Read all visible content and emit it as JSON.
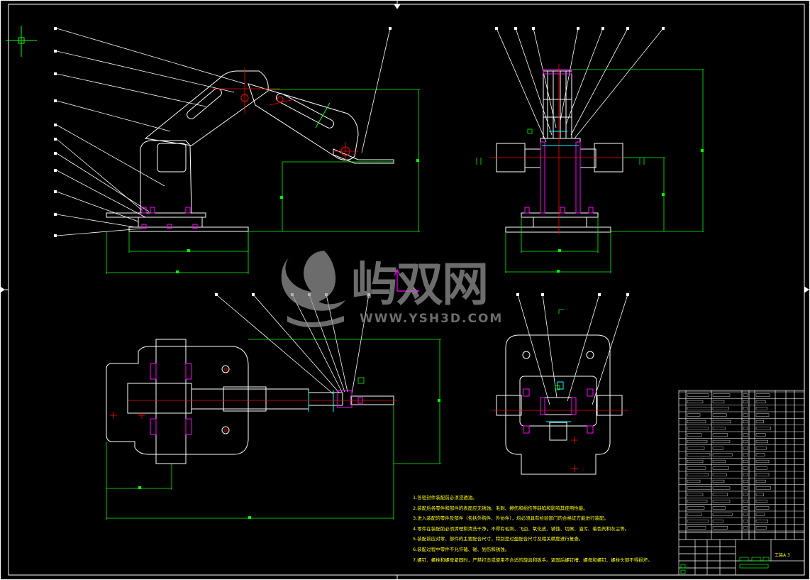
{
  "watermark": {
    "brand_cn": "屿双网",
    "brand_url": "WWW.YSH3D.COM"
  },
  "technical_requirements": [
    "1.各密封件装配前必须浸透油。",
    "2.装配后各零件和部件的表面应无锈蚀、毛刺、擦伤和损伤等缺陷和影响其使用性能。",
    "3.进入装配的零件及部件（包括外购件、外协件），均必须具有检验部门的合格证方能进行装配。",
    "4.零件在装配前必须清理和清洗干净，不得有毛刺、飞边、氧化皮、锈蚀、切屑、油污、着色剂和灰尘等。",
    "5.装配前应对零、部件的主要配合尺寸，特别是过盈配合尺寸及相关精度进行复查。",
    "6.装配过程中零件不允许磕、碰、划伤和锈蚀。",
    "7.螺钉、螺栓和螺母紧固时，严禁打击或使用不合适的旋具和扳手。紧固后螺钉槽、螺母和螺钉、螺栓头部不得损坏。"
  ],
  "title_block": {
    "label": "工装A 3"
  },
  "colors": {
    "background": "#000000",
    "outline": "#ffffff",
    "dimension": "#00ff00",
    "centerline": "#ff0000",
    "hatch": "#ff00ff",
    "section": "#00ffff",
    "text": "#ffff00"
  },
  "icons": {
    "ucs": "ucs-axis-icon",
    "crosshair": "crosshair-icon",
    "logo": "ysh-logo-icon"
  }
}
